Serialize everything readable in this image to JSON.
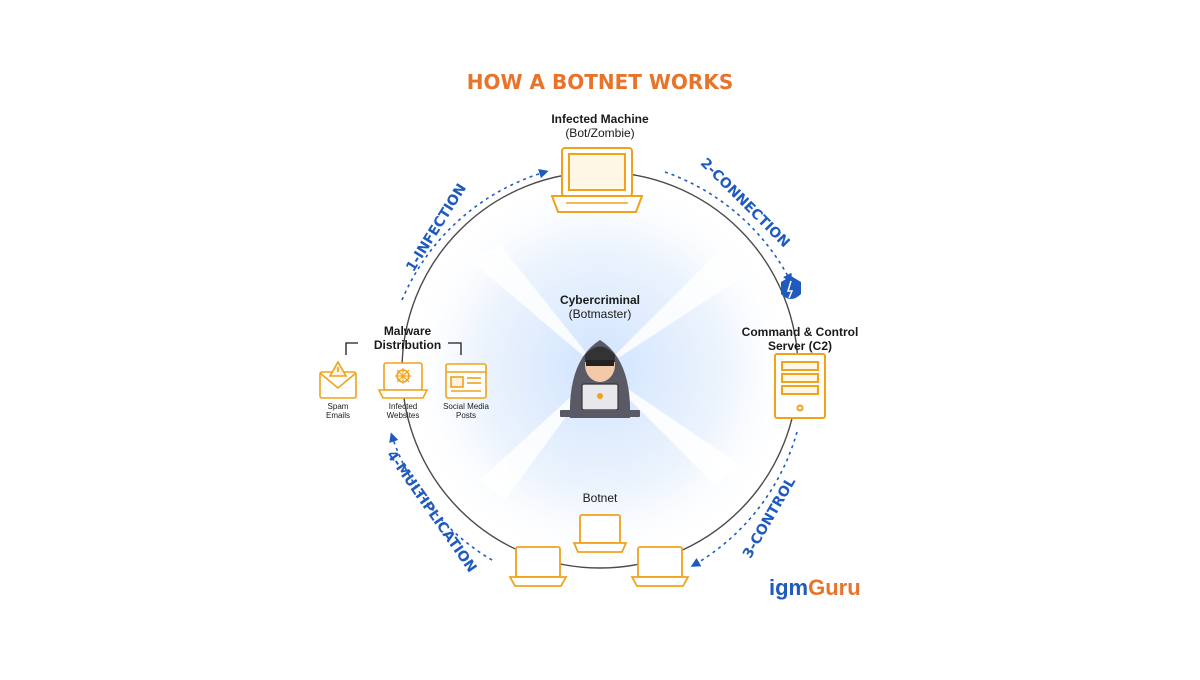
{
  "title": "HOW A BOTNET WORKS",
  "nodes": {
    "infected_machine": {
      "title": "Infected Machine",
      "subtitle": "(Bot/Zombie)"
    },
    "cybercriminal": {
      "title": "Cybercriminal",
      "subtitle": "(Botmaster)"
    },
    "c2": {
      "title": "Command & Control",
      "subtitle": "Server (C2)"
    },
    "botnet": {
      "title": "Botnet"
    },
    "malware": {
      "title": "Malware",
      "subtitle": "Distribution",
      "items": [
        {
          "line1": "Spam",
          "line2": "Emails",
          "icon": "warning-envelope-icon"
        },
        {
          "line1": "Infected",
          "line2": "Websites",
          "icon": "virus-laptop-icon"
        },
        {
          "line1": "Social Media",
          "line2": "Posts",
          "icon": "browser-window-icon"
        }
      ]
    }
  },
  "steps": [
    {
      "label": "1-INFECTION"
    },
    {
      "label": "2-CONNECTION"
    },
    {
      "label": "3-CONTROL"
    },
    {
      "label": "4-MULTIPLICATION"
    }
  ],
  "brand": {
    "part1": "igm",
    "part2": "Guru"
  },
  "colors": {
    "accent_orange": "#e8732a",
    "icon_orange": "#f0a21a",
    "step_blue": "#1f5bbf",
    "glow_blue": "#cfe3ff"
  }
}
